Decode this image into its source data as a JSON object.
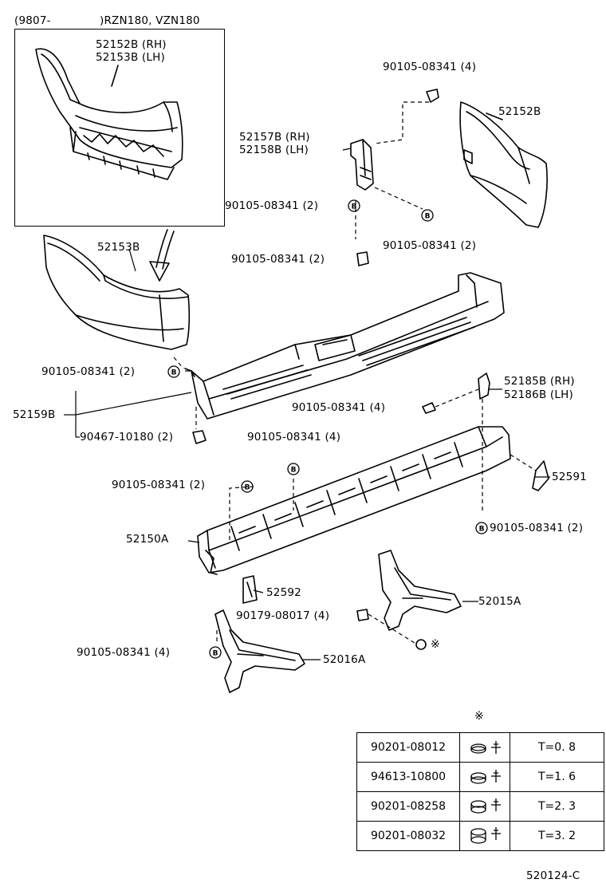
{
  "inset": {
    "header_date": "(9807-",
    "header_models": ")RZN180, VZN180",
    "label_rh": "52152B (RH)",
    "label_lh": "52153B (LH)"
  },
  "labels": {
    "bolt_top": "90105-08341 (4)",
    "part_52152B": "52152B",
    "bracket_rh": "52157B (RH)",
    "bracket_lh": "52158B (LH)",
    "bolt_left_b": "90105-08341 (2)",
    "bolt_right_b": "90105-08341 (2)",
    "part_52153B": "52153B",
    "bolt_mid": "90105-08341 (2)",
    "bolt_step": "90105-08341 (2)",
    "part_52159B": "52159B",
    "clip": "90467-10180 (2)",
    "support_rh": "52185B (RH)",
    "support_lh": "52186B (LH)",
    "bolt_support": "90105-08341 (4)",
    "bolt_reinf_top": "90105-08341 (4)",
    "bolt_reinf_left": "90105-08341 (2)",
    "part_52591": "52591",
    "part_52150A": "52150A",
    "bolt_reinf_right": "90105-08341 (2)",
    "part_52592": "52592",
    "nut": "90179-08017 (4)",
    "part_52015A": "52015A",
    "bolt_arm_left": "90105-08341 (4)",
    "part_52016A": "52016A",
    "ref_mark": "※",
    "diagram_code": "520124-C"
  },
  "shim_table": {
    "mark": "※",
    "rows": [
      {
        "part": "90201-08012",
        "thickness": "T=0. 8"
      },
      {
        "part": "94613-10800",
        "thickness": "T=1. 6"
      },
      {
        "part": "90201-08258",
        "thickness": "T=2. 3"
      },
      {
        "part": "90201-08032",
        "thickness": "T=3. 2"
      }
    ]
  },
  "icons": {
    "bolt_marker": "B",
    "arrow": "down-arrow-icon"
  }
}
